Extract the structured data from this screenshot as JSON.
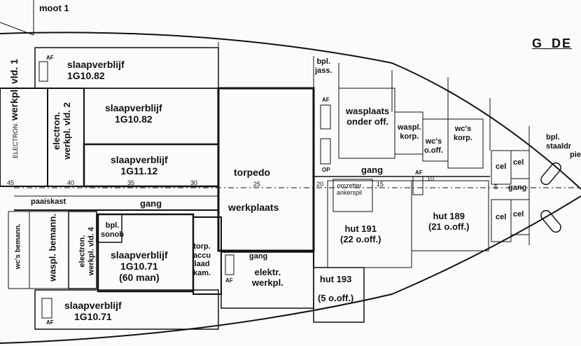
{
  "labels": {
    "moot": "moot 1",
    "deck_title": "G_DE",
    "gang": "gang",
    "paaiskast": "paaiskast",
    "af": "AF",
    "op": "OP"
  },
  "frames": {
    "f45": "45",
    "f40": "40",
    "f35": "35",
    "f30": "30",
    "f25": "25",
    "f20": "20",
    "f15": "15",
    "f10": "10",
    "f5": "5"
  },
  "rooms": {
    "r1": {
      "name": "slaapverblijf",
      "code": "1G10.82"
    },
    "r2": {
      "name": "slaapverblijf",
      "code": "1G10.82"
    },
    "r3": {
      "name": "slaapverblijf",
      "code": "1G11.12"
    },
    "r4": {
      "name": "slaapverblijf",
      "code": "1G10.71",
      "cap": "(60 man)"
    },
    "r5": {
      "name": "slaapverblijf",
      "code": "1G10.71"
    },
    "ew1": {
      "a": "ELECTRON. ",
      "b": "werkpl. vld. 1"
    },
    "ew2": {
      "a": "electron.",
      "b": "werkpl. vld. 2"
    },
    "ew4": {
      "a": "electron.",
      "b": "werkpl. vld. 4"
    },
    "torpedo": "torpedo",
    "werkplaats": "werkplaats",
    "jass": {
      "a": "bpl.",
      "b": "jass."
    },
    "wasplaats": {
      "a": "wasplaats",
      "b": "onder off."
    },
    "wasplkorp": {
      "a": "waspl.",
      "b": "korp."
    },
    "wcsooff": {
      "a": "wc's",
      "b": "o.off."
    },
    "wcskorp": {
      "a": "wc's",
      "b": "korp."
    },
    "omzetter": {
      "a": "omzetter",
      "b": "ankerspil"
    },
    "hut191": {
      "a": "hut 191",
      "b": "(22 o.off.)"
    },
    "hut189": {
      "a": "hut 189",
      "b": "(21 o.off.)"
    },
    "hut193": {
      "a": "hut 193",
      "b": "(5 o.off.)"
    },
    "cel": "cel",
    "staaldr": {
      "a": "bpl.",
      "b": "staaldr",
      "c": "pie"
    },
    "wcsbemann": "wc's bemann.",
    "wasplbemann": "waspl. bemann.",
    "sonob": {
      "a": "bpl.",
      "b": "sonob"
    },
    "accu": {
      "a": "torp.",
      "b": "accu",
      "c": "laad",
      "d": "kam."
    },
    "elektr": {
      "a": "elektr.",
      "b": "werkpl."
    }
  }
}
